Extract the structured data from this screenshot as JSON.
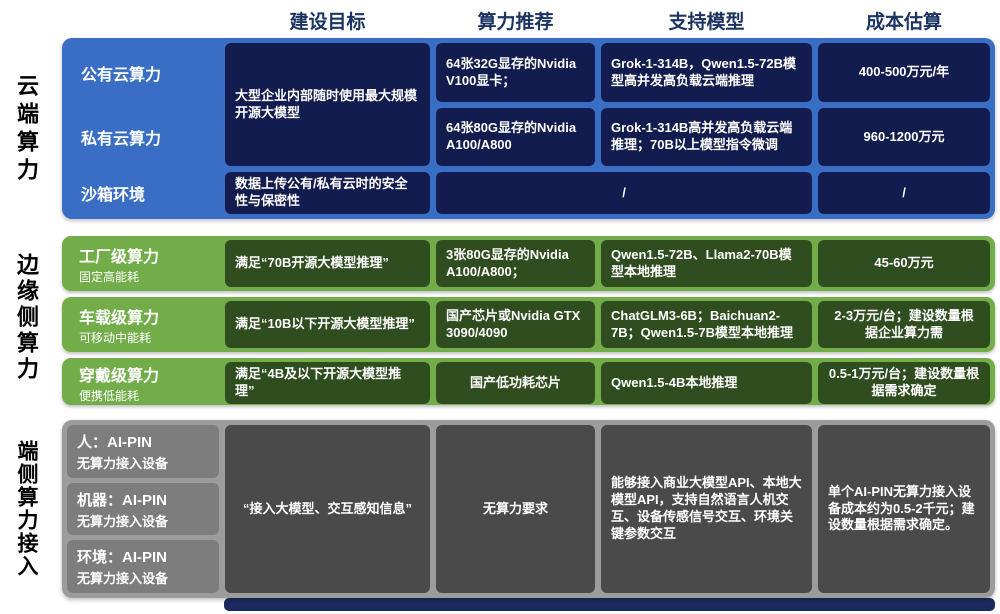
{
  "columns": {
    "goal": "建设目标",
    "compute": "算力推荐",
    "model": "支持模型",
    "cost": "成本估算"
  },
  "cloud": {
    "side_label": "云端算力",
    "goal_merged": "大型企业内部随时使用最大规模开源大模型",
    "row1": {
      "label": "公有云算力",
      "compute": "64张32G显存的Nvidia V100显卡；",
      "model": "Grok-1-314B，Qwen1.5-72B模型高并发高负载云端推理",
      "cost": "400-500万元/年"
    },
    "row2": {
      "label": "私有云算力",
      "compute": "64张80G显存的Nvidia A100/A800",
      "model": "Grok-1-314B高并发高负载云端推理；70B以上模型指令微调",
      "cost": "960-1200万元"
    },
    "row3": {
      "label": "沙箱环境",
      "goal": "数据上传公有/私有云时的安全性与保密性",
      "slash": "/",
      "cost": "/"
    }
  },
  "edge": {
    "side_label": "边缘侧算力",
    "rows": [
      {
        "label": "工厂级算力",
        "sub": "固定高能耗",
        "goal": "满足“70B开源大模型推理”",
        "compute": "3张80G显存的Nvidia A100/A800；",
        "model": "Qwen1.5-72B、Llama2-70B模型本地推理",
        "cost": "45-60万元"
      },
      {
        "label": "车载级算力",
        "sub": "可移动中能耗",
        "goal": "满足“10B以下开源大模型推理”",
        "compute": "国产芯片或Nvidia GTX 3090/4090",
        "model": "ChatGLM3-6B；Baichuan2-7B；Qwen1.5-7B模型本地推理",
        "cost": "2-3万元/台；建设数量根据企业算力需"
      },
      {
        "label": "穿戴级算力",
        "sub": "便携低能耗",
        "goal": "满足“4B及以下开源大模型推理”",
        "compute": "国产低功耗芯片",
        "model": "Qwen1.5-4B本地推理",
        "cost": "0.5-1万元/台；建设数量根据需求确定"
      }
    ]
  },
  "device": {
    "side_label": "端侧算力接入",
    "items": [
      {
        "title": "人：AI-PIN",
        "sub": "无算力接入设备"
      },
      {
        "title": "机器：AI-PIN",
        "sub": "无算力接入设备"
      },
      {
        "title": "环境：AI-PIN",
        "sub": "无算力接入设备"
      }
    ],
    "goal": "“接入大模型、交互感知信息”",
    "compute": "无算力要求",
    "model": "能够接入商业大模型API、本地大模型API，支持自然语言人机交互、设备传感信号交互、环境关键参数交互",
    "cost": "单个AI-PIN无算力接入设备成本约为0.5-2千元；建设数量根据需求确定。"
  },
  "colors": {
    "cloud_container": "#3a6ec5",
    "cloud_cell": "#121c4f",
    "edge_container": "#72ad4a",
    "edge_cell": "#2f4d1f",
    "device_container": "#9c9c9c",
    "device_label": "#7d7d7d",
    "device_cell": "#4a4a4a",
    "header_text": "#1c3463",
    "bottom_bar": "#1b2a5e"
  }
}
